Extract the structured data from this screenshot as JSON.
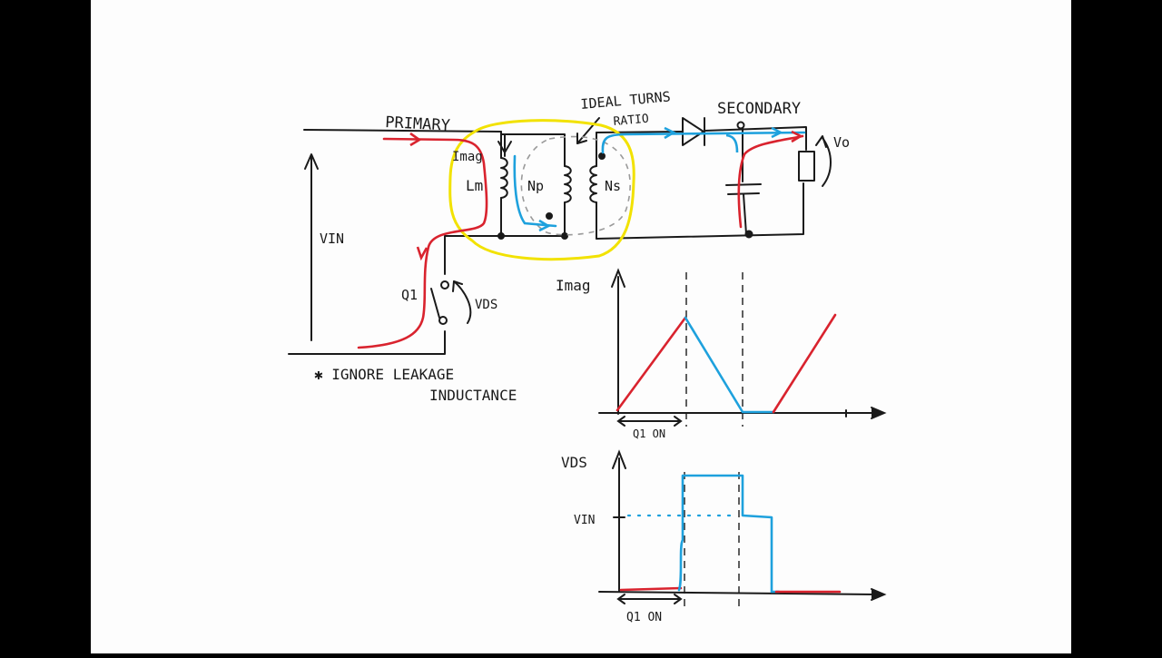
{
  "colors": {
    "paper": "#fdfdfd",
    "border": "#000000",
    "ink": "#1a1a1a",
    "primary_current": "#d9232e",
    "secondary_current": "#1ea1dd",
    "highlight": "#f2e200",
    "dashed": "#9a9a9a"
  },
  "circuit": {
    "primary_label": "PRIMARY",
    "secondary_label": "SECONDARY",
    "ideal_turns_label": [
      "IDEAL TURNS",
      "RATIO"
    ],
    "vin_label": "VIN",
    "imag_label": "Imag",
    "lm_label": "Lm",
    "np_label": "Np",
    "ns_label": "Ns",
    "q1_label": "Q1",
    "vds_label": "VDS",
    "vo_label": "Vo",
    "note": [
      "✱ IGNORE LEAKAGE",
      "INDUCTANCE"
    ]
  },
  "graph_imag": {
    "ylabel": "Imag",
    "interval_label": "Q1 ON"
  },
  "graph_vds": {
    "ylabel": "VDS",
    "level_label": "VIN",
    "interval_label": "Q1 ON"
  }
}
